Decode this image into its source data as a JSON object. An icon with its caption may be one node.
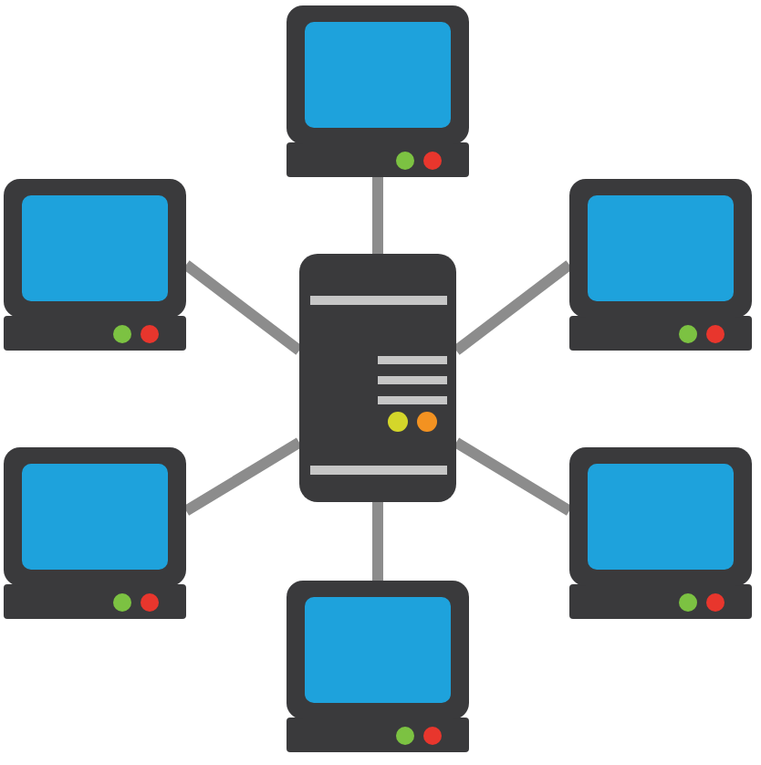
{
  "diagram": {
    "nodes": [
      {
        "text": [],
        "shape": "computer"
      },
      {
        "text": [],
        "shape": "computer"
      },
      {
        "text": [],
        "shape": "computer"
      },
      {
        "text": [],
        "shape": "server"
      },
      {
        "text": [],
        "shape": "computer"
      },
      {
        "text": [],
        "shape": "computer"
      },
      {
        "text": [],
        "shape": "computer"
      }
    ],
    "edges": [
      {
        "from": 3,
        "to": 0,
        "arrow": "none"
      },
      {
        "from": 3,
        "to": 1,
        "arrow": "none"
      },
      {
        "from": 3,
        "to": 2,
        "arrow": "none"
      },
      {
        "from": 3,
        "to": 4,
        "arrow": "none"
      },
      {
        "from": 3,
        "to": 5,
        "arrow": "none"
      },
      {
        "from": 3,
        "to": 6,
        "arrow": "none"
      }
    ]
  }
}
